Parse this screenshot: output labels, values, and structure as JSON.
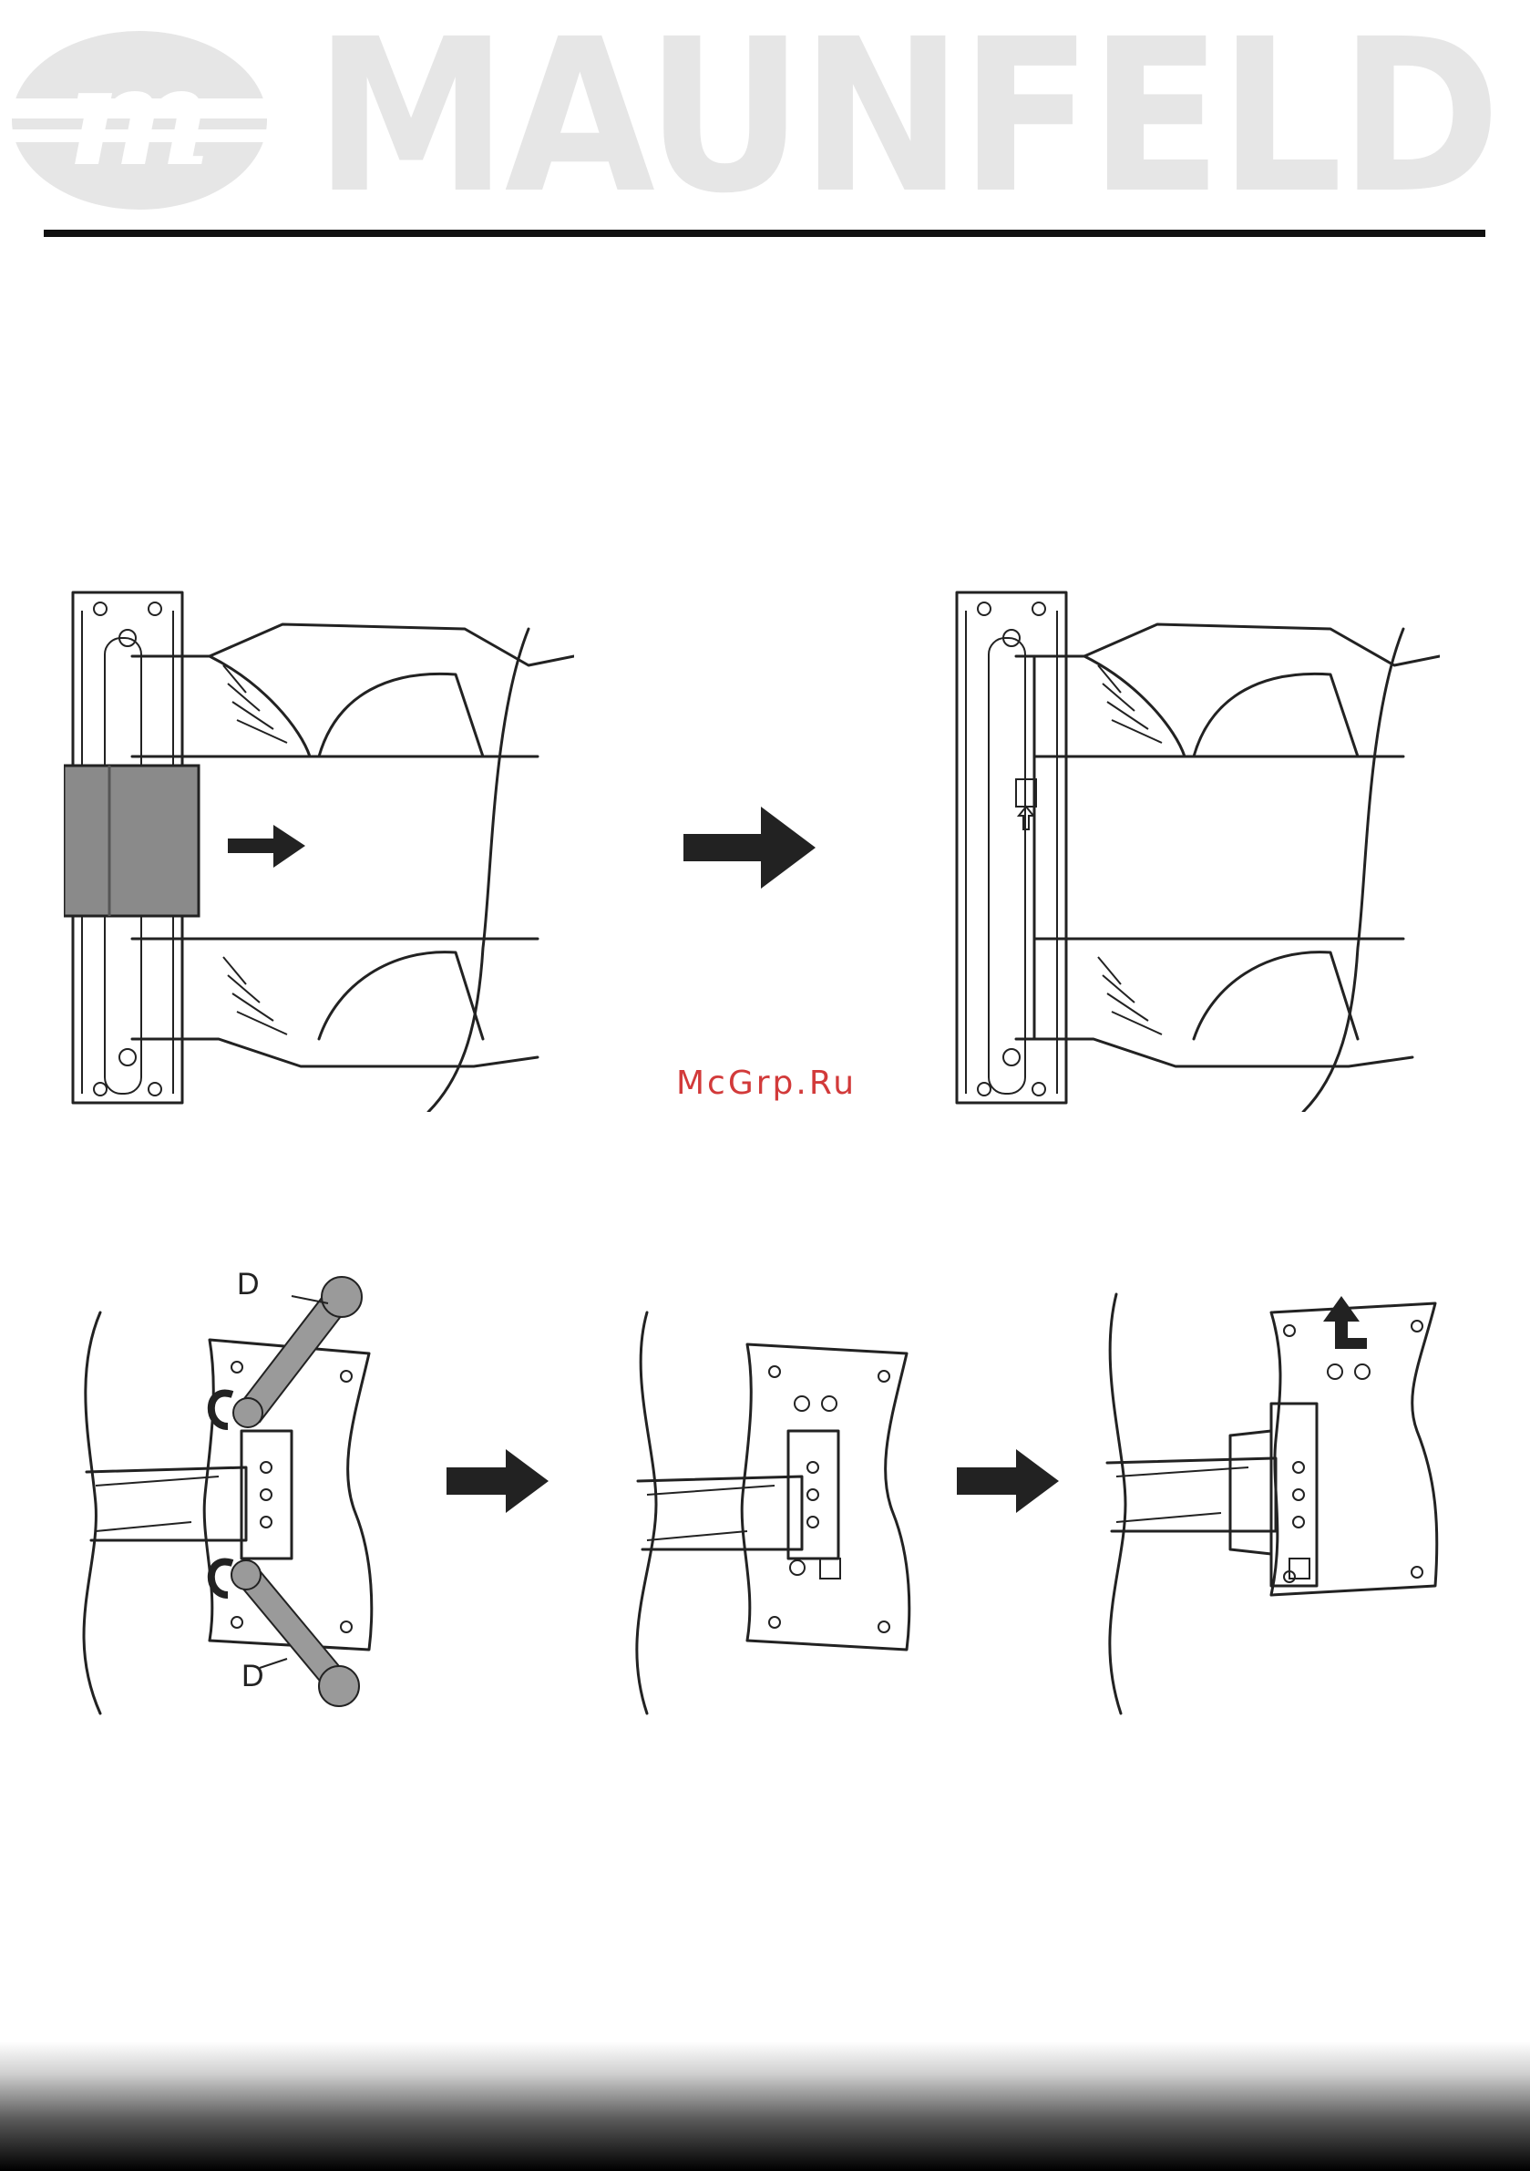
{
  "header": {
    "brand_name": "MAUNFELD",
    "logo_monogram": "m"
  },
  "watermark": {
    "text": "McGrp.Ru"
  },
  "figures": {
    "top_row": {
      "step_arrows": 1
    },
    "bottom_row": {
      "part_label_upper": "D",
      "part_label_lower": "D"
    }
  },
  "colors": {
    "brand_logo": "#e6e6e6",
    "rule": "#111111",
    "cover_gray": "#8a8a8a",
    "wrench_gray": "#9a9a9a",
    "watermark": "#d23a3a"
  }
}
